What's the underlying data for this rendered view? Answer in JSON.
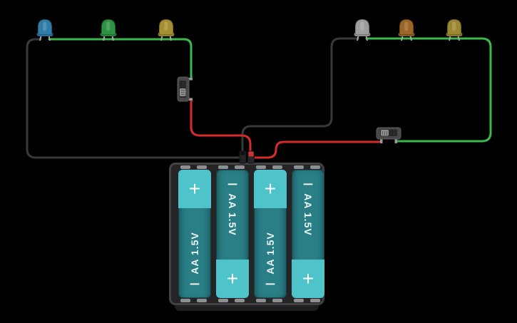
{
  "app": {
    "canvas_background": "#000000",
    "description": "circuit wiring diagram with two LED loops, two slide switches and a 4xAA battery pack"
  },
  "colors": {
    "wire_positive": "#d62b2b",
    "wire_negative": "#37393b",
    "wire_signal_green": "#3cb94d",
    "battery_body": "#2a7e86",
    "battery_cap": "#4ec3c9",
    "battery_case": "#242426",
    "case_frame": "#424244",
    "contact_tab": "#8f8f91",
    "led_blue": "#2f7da6",
    "led_green": "#2f9242",
    "led_yellow": "#a68f30",
    "led_white": "#9e9ea0",
    "led_orange": "#9a6526",
    "led_yellow_2": "#9a8830",
    "switch_body": "#48484a",
    "switch_slider": "#8d8d8f",
    "terminal_red_tip": "#cf3232"
  },
  "components": {
    "leds": [
      {
        "id": "blue-led",
        "color_name": "blue",
        "loop": "left"
      },
      {
        "id": "green-led",
        "color_name": "green",
        "loop": "left"
      },
      {
        "id": "yellow-led",
        "color_name": "yellow",
        "loop": "left"
      },
      {
        "id": "white-led",
        "color_name": "white",
        "loop": "right"
      },
      {
        "id": "orange-led",
        "color_name": "orange",
        "loop": "right"
      },
      {
        "id": "yellow-led-2",
        "color_name": "yellow",
        "loop": "right"
      }
    ],
    "switches": [
      {
        "id": "slide-switch-1",
        "orientation": "vertical",
        "loop": "left"
      },
      {
        "id": "slide-switch-2",
        "orientation": "horizontal",
        "loop": "right"
      }
    ],
    "wires": [
      {
        "id": "wire-black-left",
        "color": "black",
        "from": "blue-led-cathode",
        "to": "battery-negative-terminal"
      },
      {
        "id": "wire-green-left",
        "color": "green",
        "from": "blue-led-anode",
        "to": "slide-switch-1",
        "through": [
          "green-led",
          "yellow-led"
        ]
      },
      {
        "id": "wire-red-left",
        "color": "red",
        "from": "slide-switch-1",
        "to": "battery-positive-terminal"
      },
      {
        "id": "wire-black-right",
        "color": "black",
        "from": "white-led-cathode",
        "to": "battery-negative-terminal"
      },
      {
        "id": "wire-green-right",
        "color": "green",
        "from": "white-led-anode",
        "to": "slide-switch-2",
        "through": [
          "orange-led",
          "yellow-led-2"
        ]
      },
      {
        "id": "wire-red-right",
        "color": "red",
        "from": "slide-switch-2",
        "to": "battery-positive-terminal"
      }
    ]
  },
  "battery_pack": {
    "name": "4x AA battery holder",
    "batteries": [
      {
        "label": "AA 1.5V",
        "plus": "+",
        "minus": "−",
        "orientation": "plus-up"
      },
      {
        "label": "AA 1.5V",
        "plus": "+",
        "minus": "−",
        "orientation": "plus-down"
      },
      {
        "label": "AA 1.5V",
        "plus": "+",
        "minus": "−",
        "orientation": "plus-up"
      },
      {
        "label": "AA 1.5V",
        "plus": "+",
        "minus": "−",
        "orientation": "plus-down"
      }
    ]
  }
}
